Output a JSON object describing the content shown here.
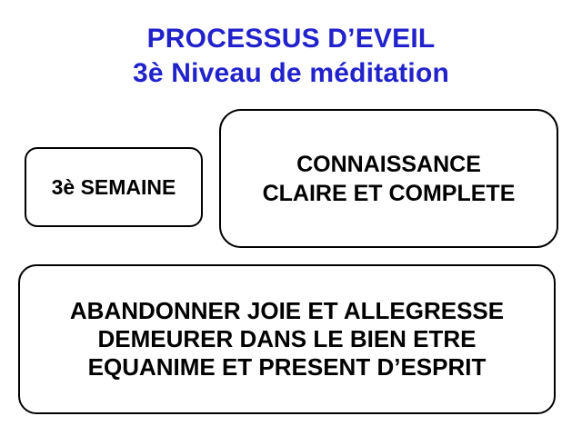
{
  "slide": {
    "background_color": "#ffffff",
    "title": {
      "color": "#2222cc",
      "line1": "PROCESSUS D’EVEIL",
      "line2": "3è Niveau de méditation"
    },
    "boxes": [
      {
        "id": "semaine",
        "text_color": "#000000",
        "border_color": "#000000",
        "lines": [
          "3è SEMAINE"
        ]
      },
      {
        "id": "connaissance",
        "text_color": "#000000",
        "border_color": "#000000",
        "lines": [
          "CONNAISSANCE",
          "CLAIRE ET COMPLETE"
        ]
      },
      {
        "id": "abandonner",
        "text_color": "#000000",
        "border_color": "#000000",
        "lines": [
          "ABANDONNER JOIE ET ALLEGRESSE",
          "DEMEURER DANS LE BIEN ETRE",
          "EQUANIME ET PRESENT D’ESPRIT"
        ]
      }
    ]
  }
}
